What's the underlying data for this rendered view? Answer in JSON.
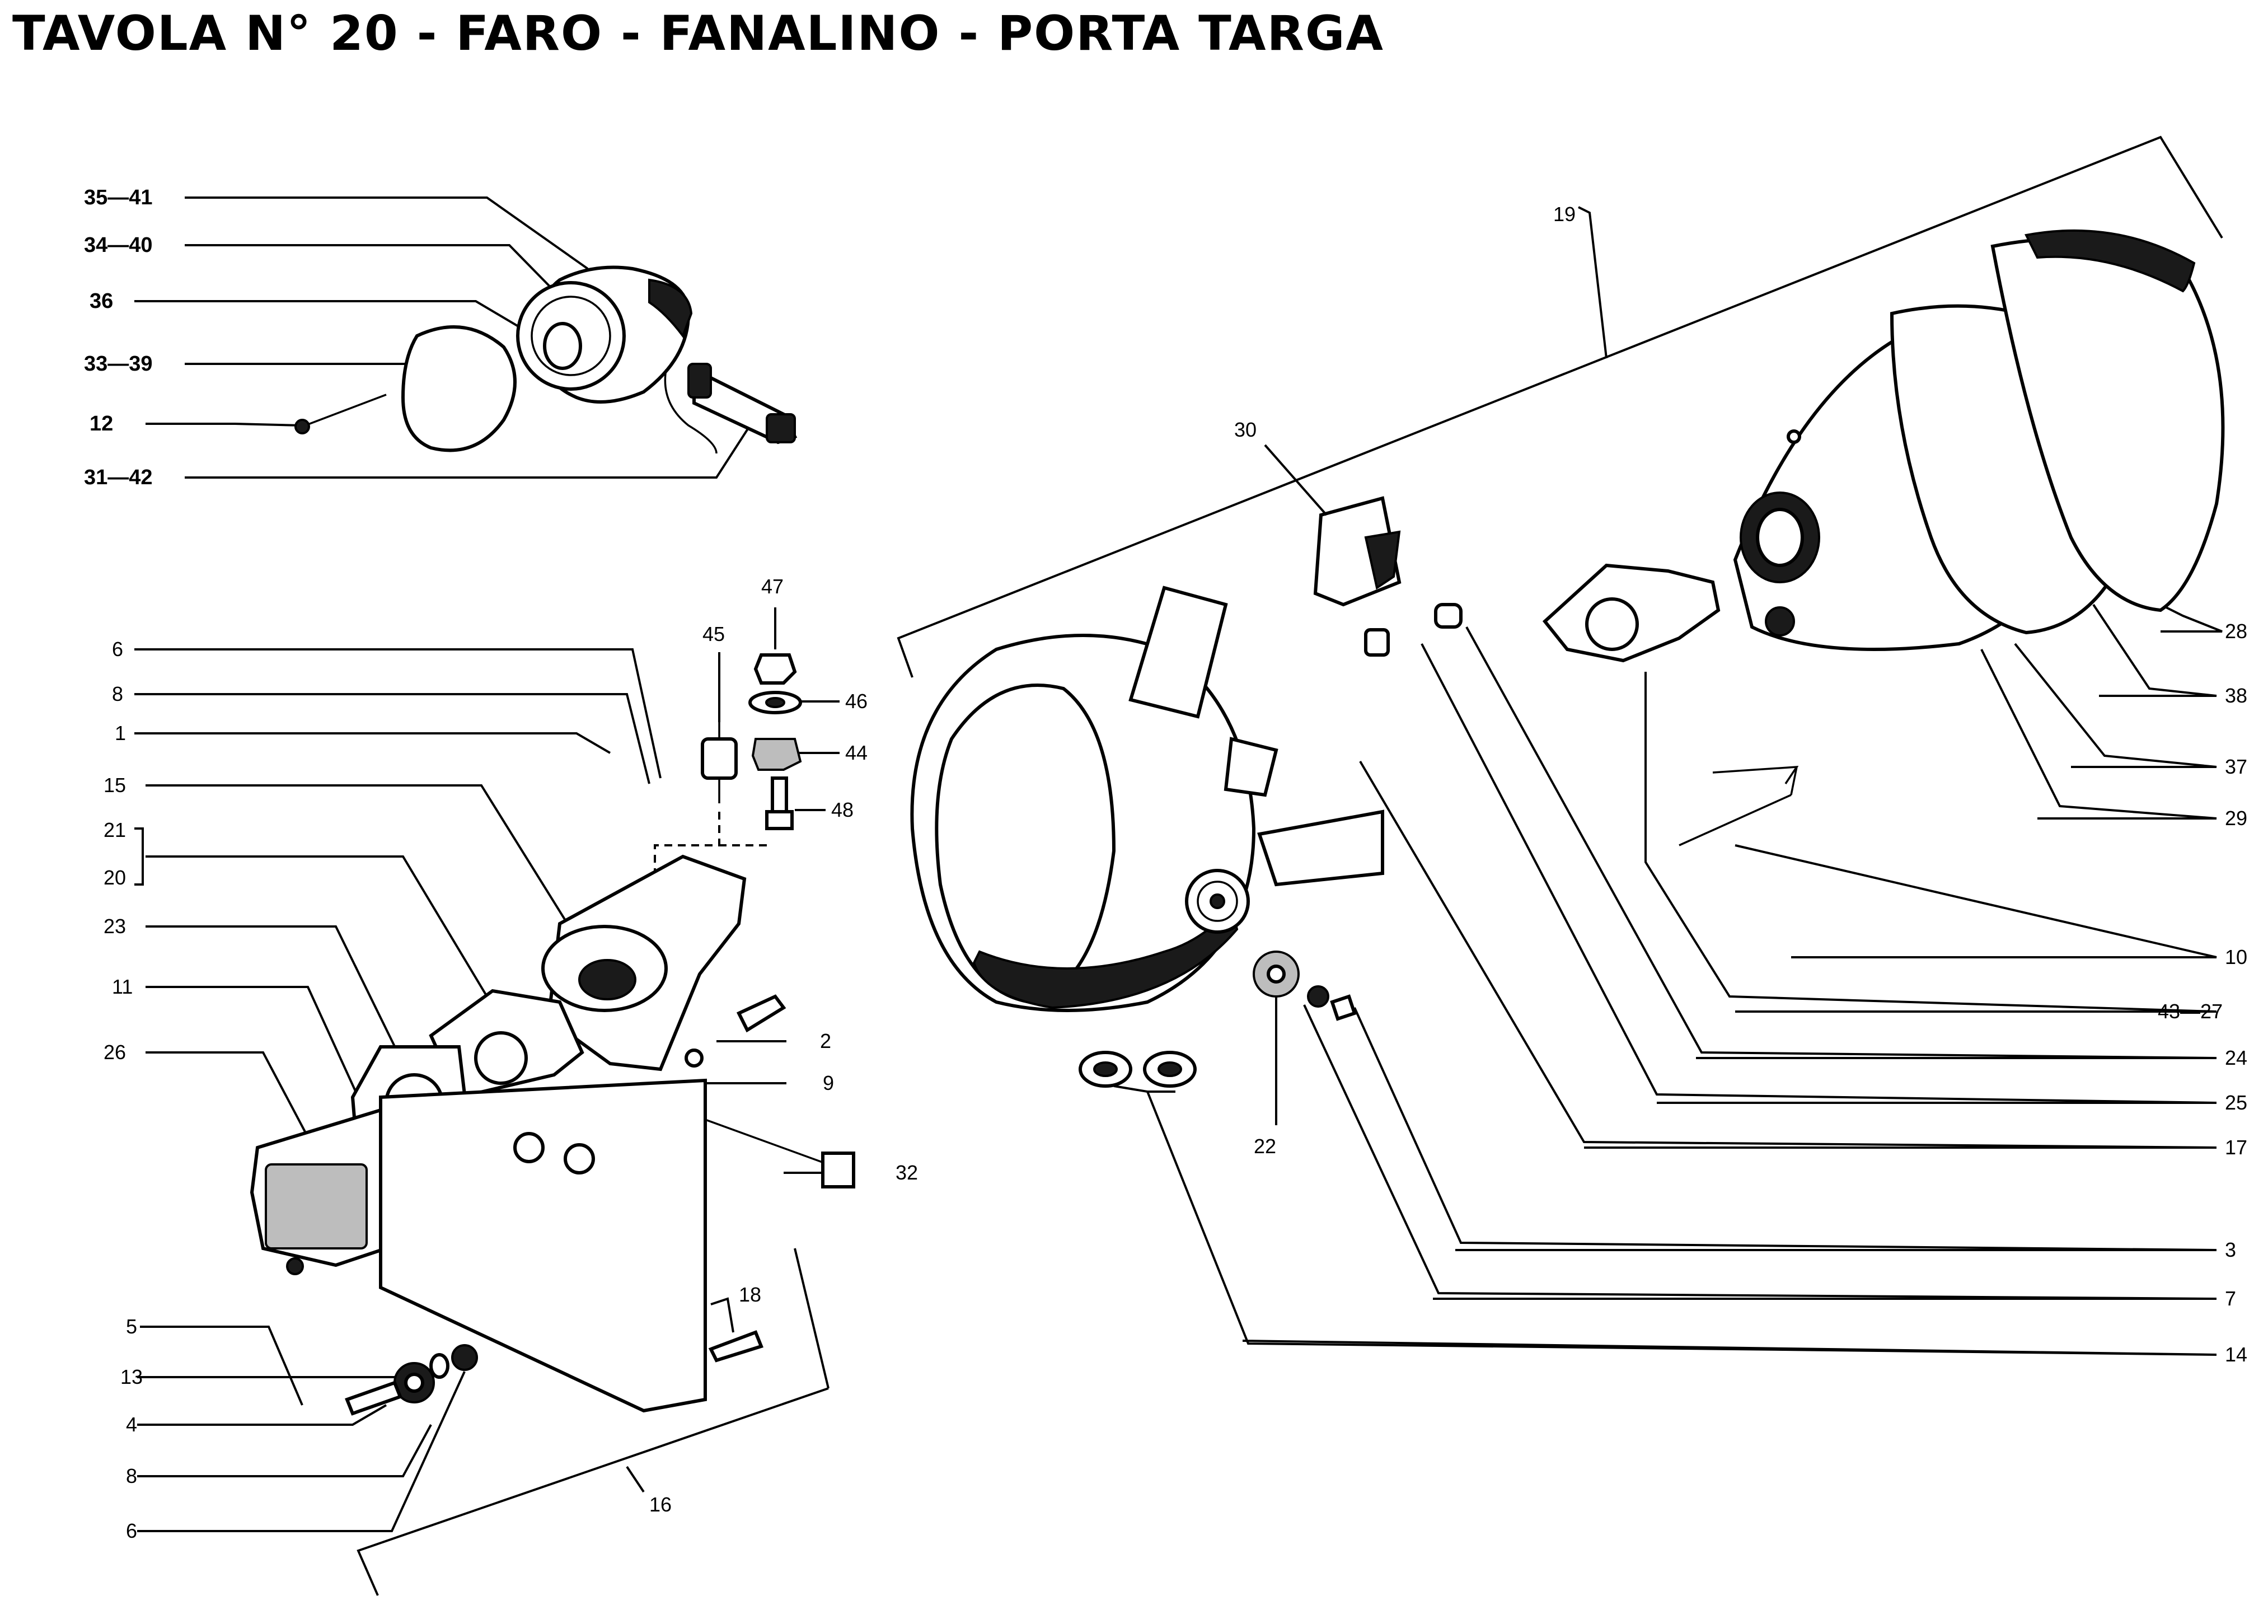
{
  "title": "TAVOLA N° 20 - FARO - FANALINO - PORTA TARGA",
  "callouts": {
    "c35_41": "35—41",
    "c34_40": "34—40",
    "c36": "36",
    "c33_39": "33—39",
    "c12": "12",
    "c31_42": "31—42",
    "c47": "47",
    "c45": "45",
    "c46": "46",
    "c44": "44",
    "c48": "48",
    "c6a": "6",
    "c8a": "8",
    "c1": "1",
    "c15": "15",
    "c21": "21",
    "c20": "20",
    "c23": "23",
    "c11": "11",
    "c26": "26",
    "c2": "2",
    "c9": "9",
    "c32": "32",
    "c5": "5",
    "c18": "18",
    "c13": "13",
    "c4": "4",
    "c8b": "8",
    "c6b": "6",
    "c16": "16",
    "c19": "19",
    "c30": "30",
    "c22": "22",
    "c28": "28",
    "c38": "38",
    "c37": "37",
    "c29": "29",
    "c10": "10",
    "c43_27": "43—27",
    "c24": "24",
    "c25": "25",
    "c17": "17",
    "c3": "3",
    "c7": "7",
    "c14": "14"
  }
}
